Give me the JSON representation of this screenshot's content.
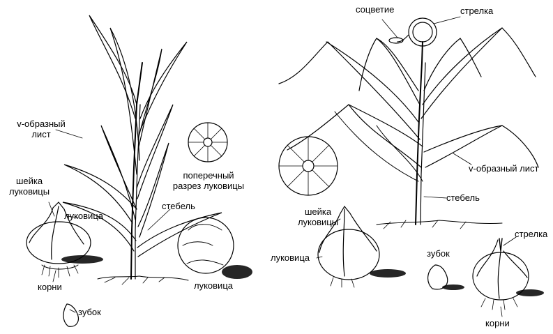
{
  "left_plant": {
    "labels": {
      "v_leaf": [
        "v-образный",
        "лист"
      ],
      "bulb_neck": [
        "шейка",
        "луковицы"
      ],
      "bulb": "луковица",
      "stem": "стебель",
      "cross_section": [
        "поперечный",
        "разрез луковицы"
      ],
      "roots": "корни",
      "clove": "зубок",
      "bulb_cut": "луковица"
    }
  },
  "right_plant": {
    "labels": {
      "inflorescence": "соцветие",
      "scape_top": "стрелка",
      "v_leaf": "v-образный лист",
      "stem": "стебель",
      "bulb_neck": [
        "шейка",
        "луковицы"
      ],
      "bulb": "луковица",
      "clove": "зубок",
      "scape_bottom": "стрелка",
      "roots": "корни"
    }
  }
}
